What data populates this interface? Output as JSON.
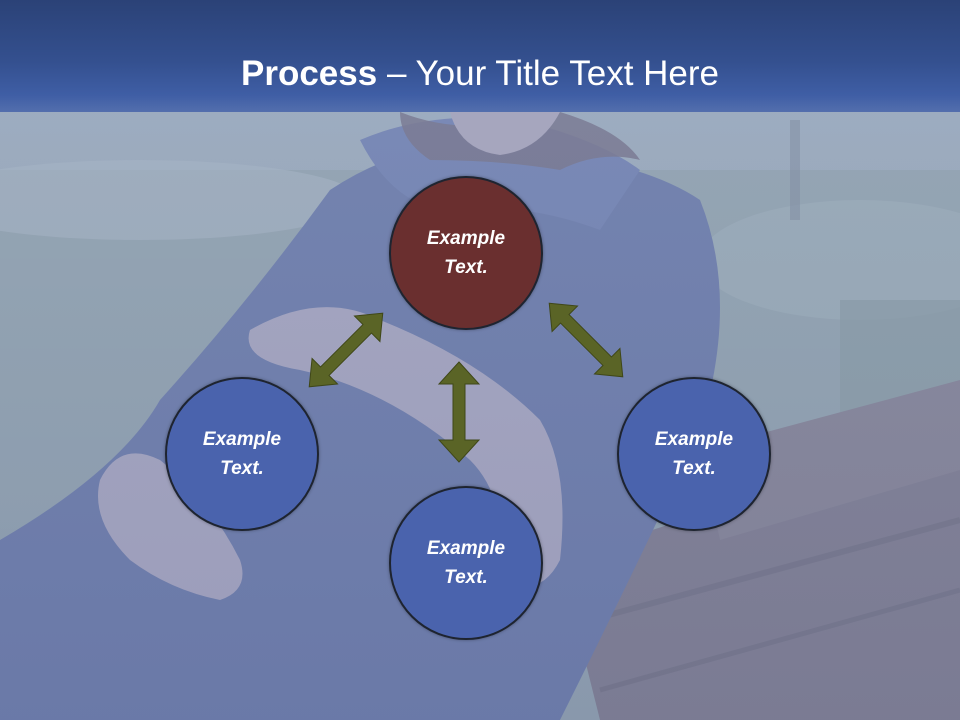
{
  "header": {
    "title_bold": "Process",
    "title_separator": " – ",
    "title_rest": "Your Title Text Here"
  },
  "diagram": {
    "nodes": [
      {
        "id": "top",
        "line1": "Example",
        "line2": "Text.",
        "color": "#6a2f2f"
      },
      {
        "id": "left",
        "line1": "Example",
        "line2": "Text.",
        "color": "#4a63ad"
      },
      {
        "id": "right",
        "line1": "Example",
        "line2": "Text.",
        "color": "#4a63ad"
      },
      {
        "id": "bottom",
        "line1": "Example",
        "line2": "Text.",
        "color": "#4a63ad"
      }
    ],
    "connector_color": "#5a6426"
  },
  "colors": {
    "title_band": "#34508f",
    "accent_node": "#6a2f2f",
    "node_fill": "#4a63ad"
  }
}
